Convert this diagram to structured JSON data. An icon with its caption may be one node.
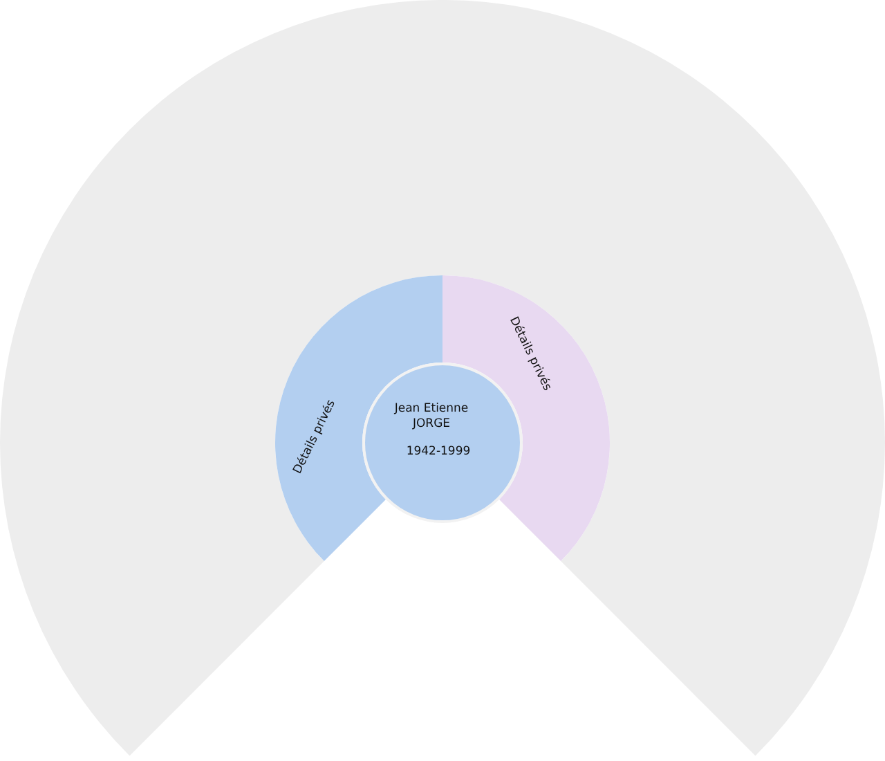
{
  "diagram": {
    "nodes": [
      {
        "text": [
          "Jean Etienne JORGE",
          "1942-1999"
        ]
      },
      {
        "text": [
          "Détails privés"
        ]
      },
      {
        "text": [
          "Détails privés"
        ]
      },
      {
        "text": [],
        "shape": "sector"
      }
    ]
  }
}
